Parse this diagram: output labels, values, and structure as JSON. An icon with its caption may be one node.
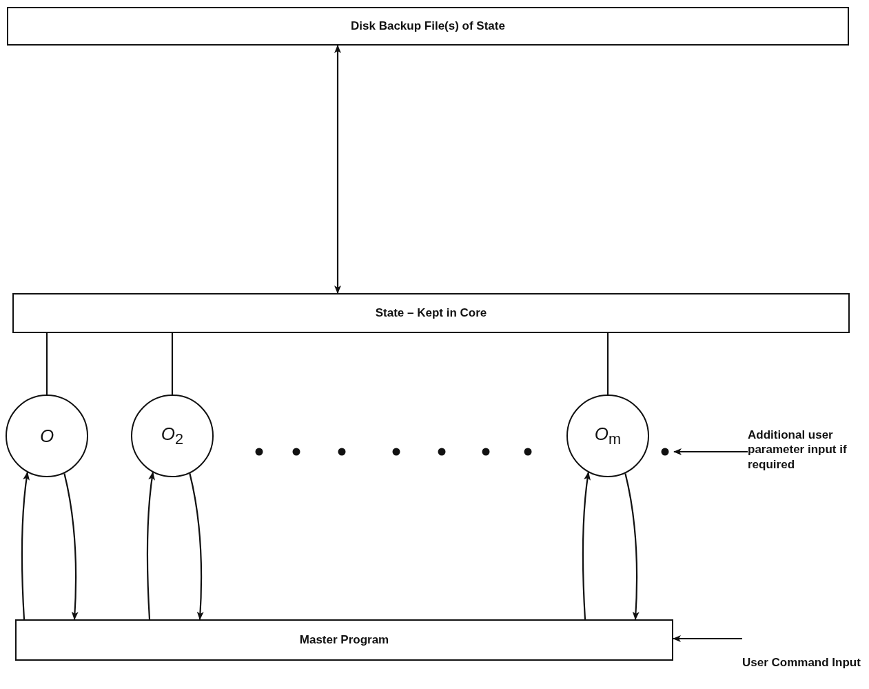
{
  "diagram": {
    "nodes": [
      {
        "text": [
          "Disk Backup File(s) of State"
        ]
      },
      {
        "text": [
          "State – Kept in Core"
        ]
      },
      {
        "text": [
          "*O*"
        ]
      },
      {
        "text": [
          "*O*$_{2}$"
        ]
      },
      {
        "text": [
          "*O*$_{m}$"
        ]
      },
      {
        "text": [
          "Master Program"
        ]
      },
      {
        "text": [
          "Additional user parameter input if required"
        ]
      },
      {
        "text": [
          "User Command Input"
        ]
      }
    ],
    "edges": [
      {
        "from": 1,
        "to": 0,
        "arrow": "both"
      },
      {
        "from": 2,
        "to": 1,
        "arrow": "none"
      },
      {
        "from": 3,
        "to": 1,
        "arrow": "none"
      },
      {
        "from": 4,
        "to": 1,
        "arrow": "none"
      },
      {
        "from": 5,
        "to": 2,
        "arrow": "to"
      },
      {
        "from": 2,
        "to": 5,
        "arrow": "to"
      },
      {
        "from": 5,
        "to": 3,
        "arrow": "to"
      },
      {
        "from": 3,
        "to": 5,
        "arrow": "to"
      },
      {
        "from": 5,
        "to": 4,
        "arrow": "to"
      },
      {
        "from": 4,
        "to": 5,
        "arrow": "to"
      },
      {
        "from": 6,
        "to": null,
        "arrow": "to"
      },
      {
        "from": 7,
        "to": 5,
        "arrow": "to"
      }
    ]
  }
}
